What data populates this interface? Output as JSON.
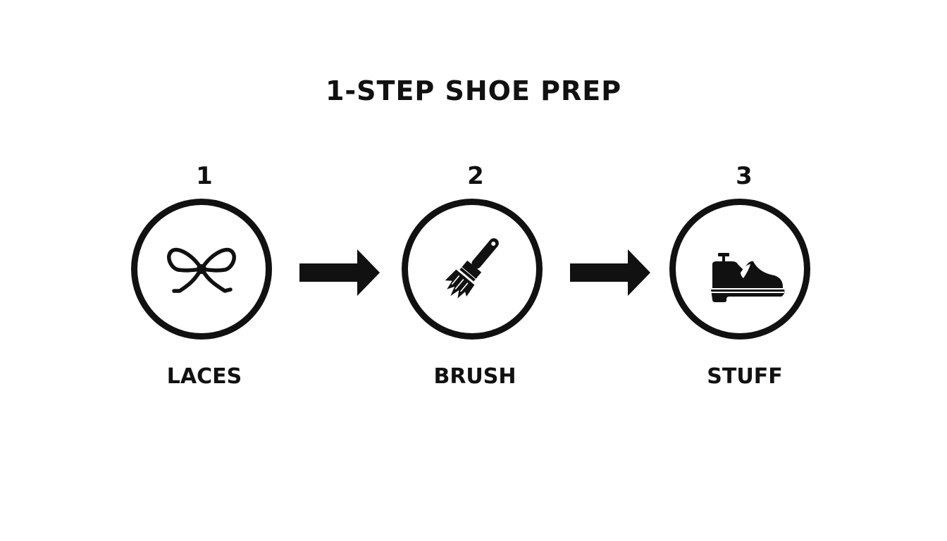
{
  "title": "1-STEP SHOE PREP",
  "steps": [
    {
      "number": "1",
      "label": "LACES",
      "icon": "bow-laces-icon"
    },
    {
      "number": "2",
      "label": "BRUSH",
      "icon": "paintbrush-icon"
    },
    {
      "number": "3",
      "label": "STUFF",
      "icon": "shoe-icon"
    }
  ],
  "colors": {
    "ink": "#111111",
    "background": "#ffffff"
  }
}
